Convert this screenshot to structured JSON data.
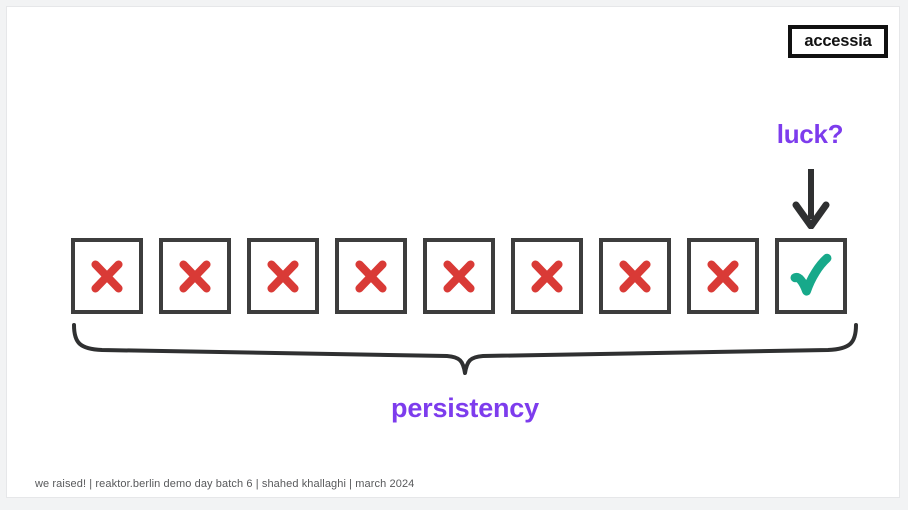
{
  "slide": {
    "background_color": "#ffffff",
    "logo": {
      "text": "accessia",
      "border_color": "#111111"
    },
    "annotation": {
      "luck_label": "luck?",
      "luck_color": "#7d3ced",
      "arrow_icon": "down-arrow-icon",
      "arrow_color": "#2f3031"
    },
    "sequence": {
      "brace_icon": "curly-brace-icon",
      "brace_color": "#2f3031",
      "caption": "persistency",
      "caption_color": "#7d3ced",
      "box_border_color": "#3d3d3d",
      "cross_color": "#d93a36",
      "check_color": "#17a98a",
      "items": [
        {
          "icon": "cross-icon",
          "state": "fail"
        },
        {
          "icon": "cross-icon",
          "state": "fail"
        },
        {
          "icon": "cross-icon",
          "state": "fail"
        },
        {
          "icon": "cross-icon",
          "state": "fail"
        },
        {
          "icon": "cross-icon",
          "state": "fail"
        },
        {
          "icon": "cross-icon",
          "state": "fail"
        },
        {
          "icon": "cross-icon",
          "state": "fail"
        },
        {
          "icon": "cross-icon",
          "state": "fail"
        },
        {
          "icon": "check-icon",
          "state": "success"
        }
      ]
    },
    "footer": {
      "text": "we raised! | reaktor.berlin demo day batch 6 | shahed khallaghi | march 2024"
    }
  }
}
